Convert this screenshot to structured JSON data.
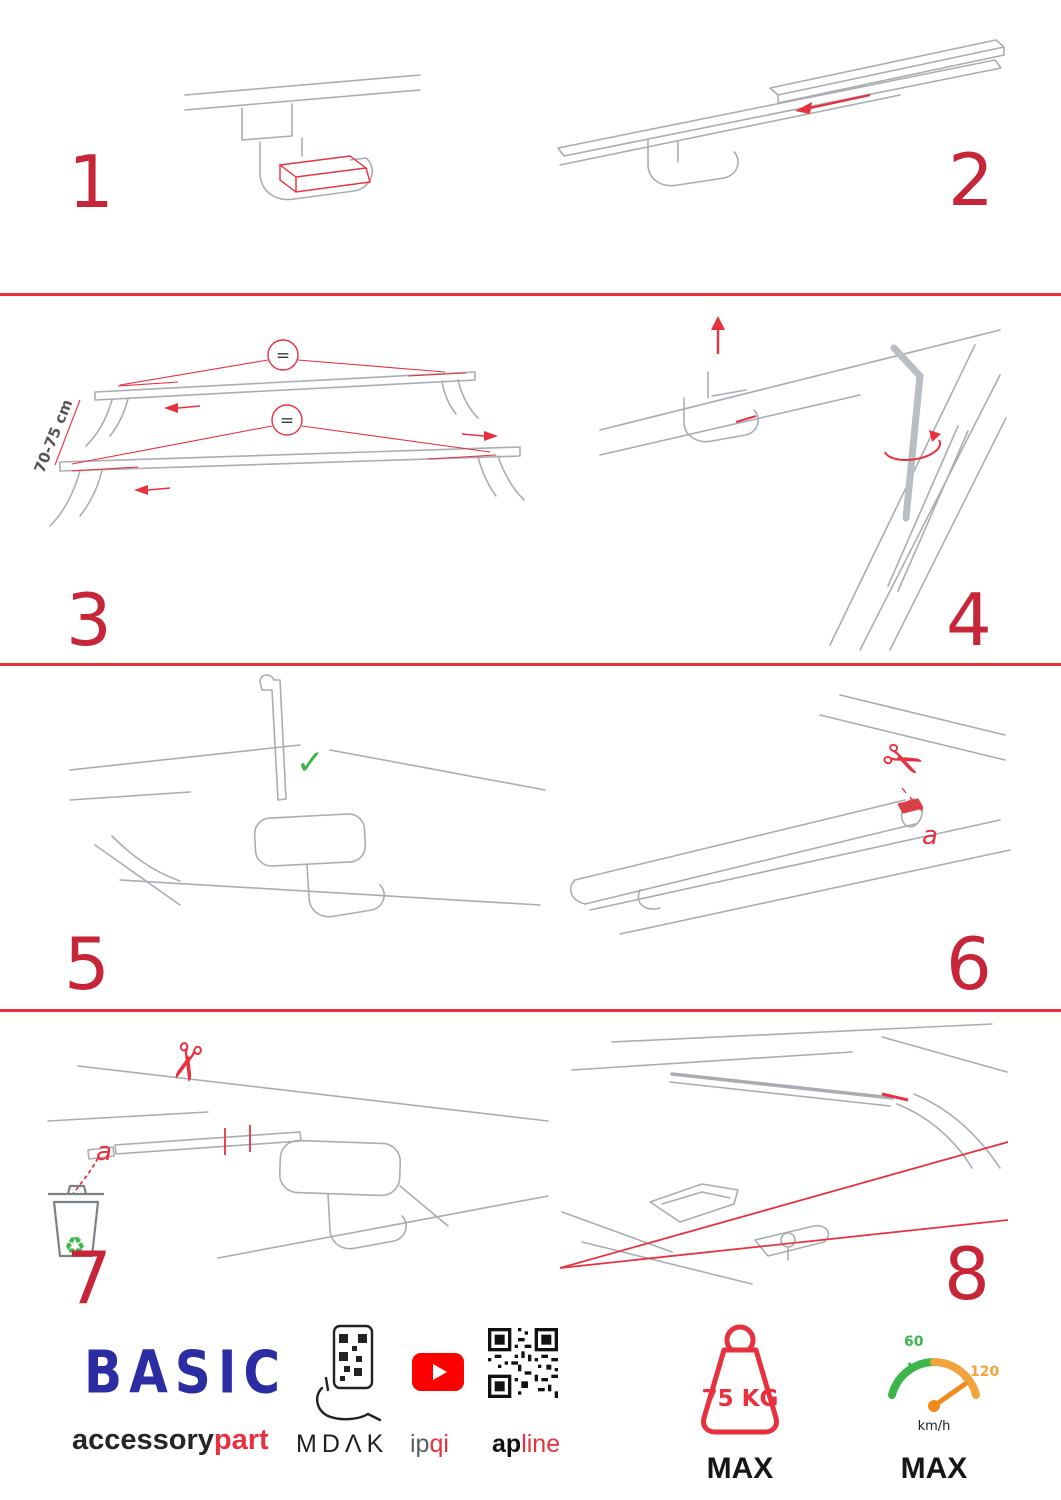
{
  "page": {
    "colors": {
      "accent_red": "#e8313f",
      "step_number_red": "#c72538",
      "brand_blue": "#2d2da3",
      "eco_green": "#3cb54a",
      "speed_orange": "#f2a33c",
      "youtube_red": "#ff0000"
    }
  },
  "icons": {
    "scissors": "✂",
    "recycle": "♻",
    "check": "✓"
  },
  "steps": [
    {
      "number": "1"
    },
    {
      "number": "2"
    },
    {
      "number": "3",
      "spacing_label": "70-75 cm",
      "equal_symbol": "="
    },
    {
      "number": "4"
    },
    {
      "number": "5"
    },
    {
      "number": "6",
      "part_label": "a"
    },
    {
      "number": "7",
      "part_label": "a"
    },
    {
      "number": "8"
    }
  ],
  "footer": {
    "brand_name": "BASIC",
    "brand_sub_primary": "accessory",
    "brand_sub_accent": "part",
    "logo_mdak": "MDΛK",
    "logo_ipqi_primary": "ip",
    "logo_ipqi_accent": "qi",
    "logo_apline_primary": "ap",
    "logo_apline_accent": "line",
    "weight_limit": "75 KG",
    "weight_max_label": "MAX",
    "speed_low": "60",
    "speed_high": "120",
    "speed_unit": "km/h",
    "speed_max_label": "MAX"
  }
}
